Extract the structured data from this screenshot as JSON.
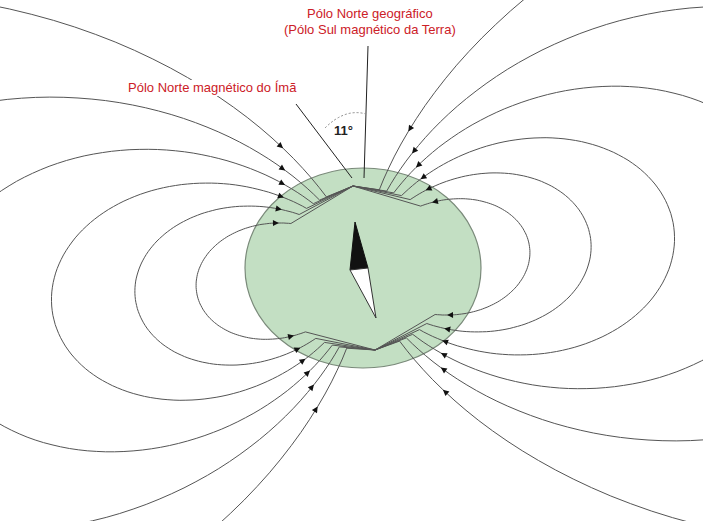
{
  "diagram": {
    "labels": [
      "Pólo Norte geográfico",
      "(Pólo Sul magnético da Terra)",
      "Pólo Norte magnético do Ímã",
      "11°"
    ]
  }
}
